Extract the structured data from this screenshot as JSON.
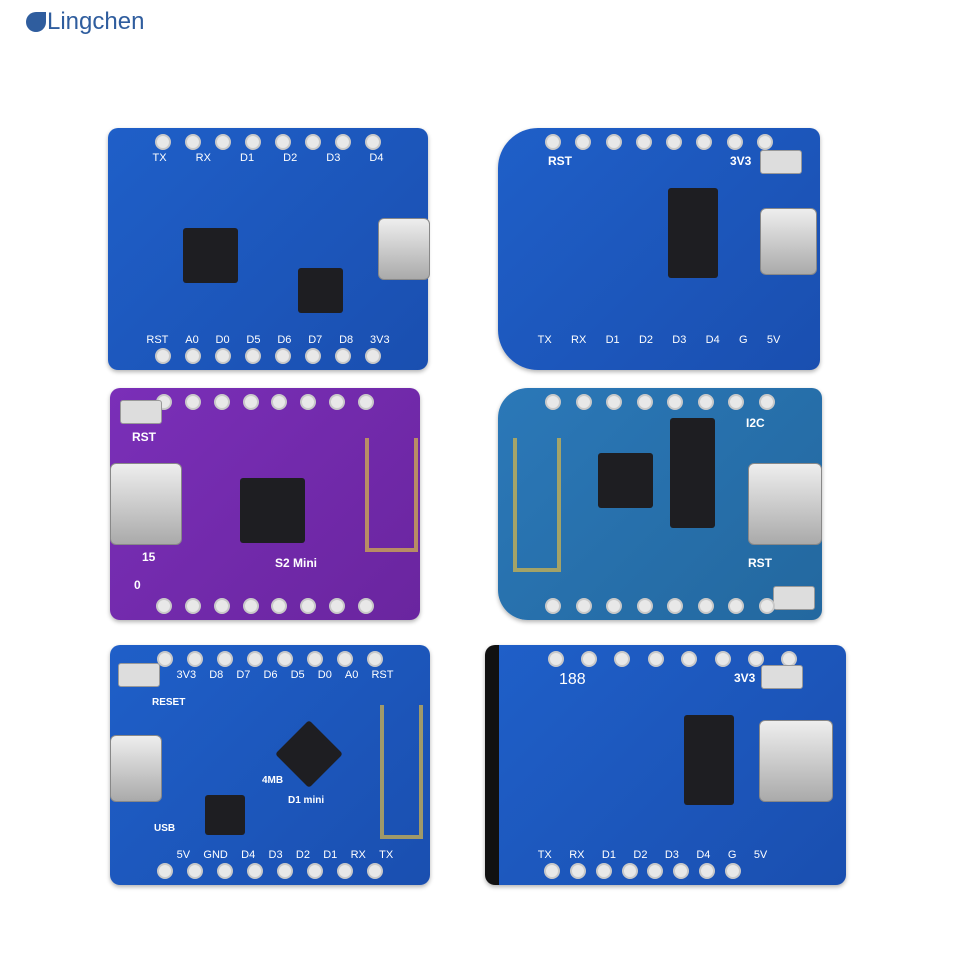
{
  "brand": {
    "name": "Lingchen",
    "color": "#2f5d9e"
  },
  "boards": [
    {
      "id": "d1-mini-microusb",
      "top_labels": [
        "TX",
        "RX",
        "D1",
        "D2",
        "D3",
        "D4"
      ],
      "bottom_labels": [
        "RST",
        "A0",
        "D0",
        "D5",
        "D6",
        "D7",
        "D8",
        "3V3"
      ],
      "color": "#1f5fc8"
    },
    {
      "id": "d1-mini-pro-shield",
      "top_labels": [
        "RST",
        "3V3"
      ],
      "bottom_labels": [
        "TX",
        "RX",
        "D1",
        "D2",
        "D3",
        "D4",
        "G",
        "5V"
      ],
      "color": "#1f5fc8"
    },
    {
      "id": "s2-mini",
      "labels": {
        "rst": "RST",
        "name": "S2 Mini",
        "gpio15": "15",
        "gpio0": "0"
      },
      "color": "#7a2fb8"
    },
    {
      "id": "c3-mini",
      "labels": {
        "i2c": "I2C",
        "rst": "RST"
      },
      "color": "#2b78b8"
    },
    {
      "id": "d1-mini-v4",
      "top_labels": [
        "3V3",
        "D8",
        "D7",
        "D6",
        "D5",
        "D0",
        "A0",
        "RST"
      ],
      "bottom_labels": [
        "5V",
        "GND",
        "D4",
        "D3",
        "D2",
        "D1",
        "RX",
        "TX"
      ],
      "labels": {
        "reset": "RESET",
        "usb": "USB",
        "flash": "4MB",
        "name": "D1 mini"
      },
      "color": "#1f5fc8"
    },
    {
      "id": "d1-mini-typec-shield",
      "top_labels": [
        "188",
        "3V3"
      ],
      "bottom_labels": [
        "TX",
        "RX",
        "D1",
        "D2",
        "D3",
        "D4",
        "G",
        "5V"
      ],
      "color": "#1f5fc8"
    }
  ]
}
